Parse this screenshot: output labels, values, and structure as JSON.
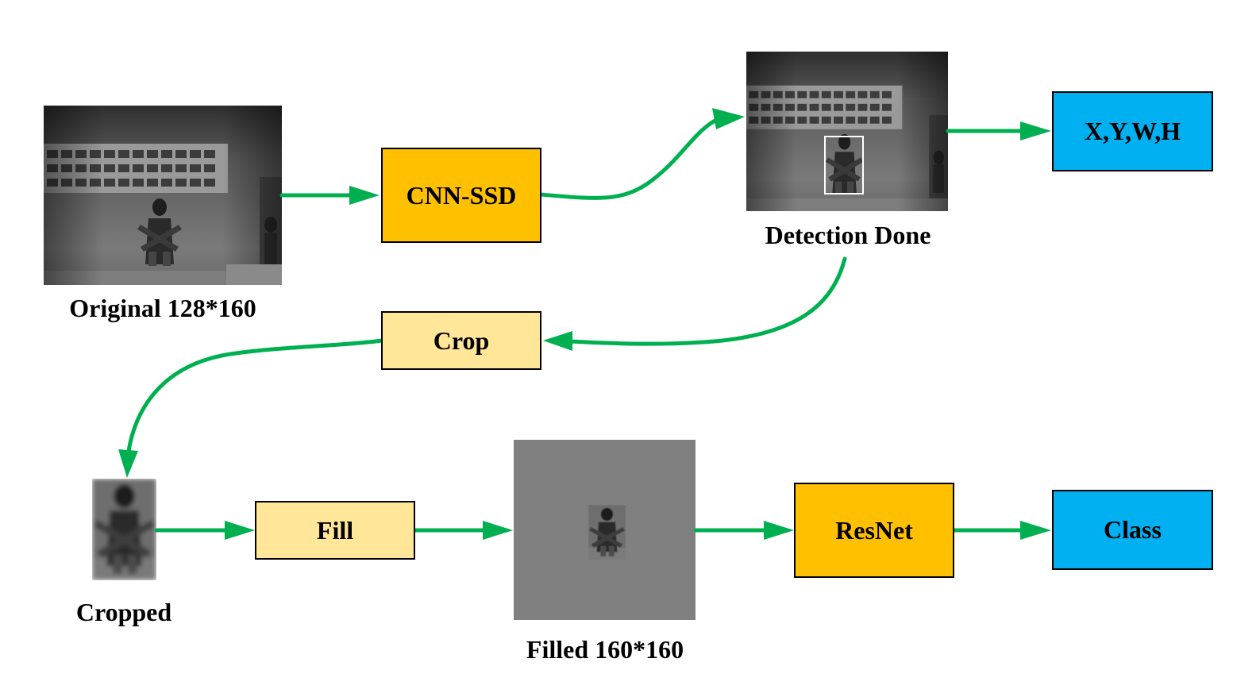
{
  "boxes": {
    "cnn_ssd": "CNN-SSD",
    "xywh": "X,Y,W,H",
    "crop": "Crop",
    "fill": "Fill",
    "resnet": "ResNet",
    "class": "Class"
  },
  "captions": {
    "original": "Original 128*160",
    "detection": "Detection Done",
    "cropped": "Cropped",
    "filled": "Filled 160*160"
  },
  "colors": {
    "arrow": "#00b050",
    "orange_box": "#ffc000",
    "light_box": "#ffe699",
    "blue_box": "#00b0f0",
    "fill_gray": "#808080",
    "bbox": "#ffffff"
  }
}
